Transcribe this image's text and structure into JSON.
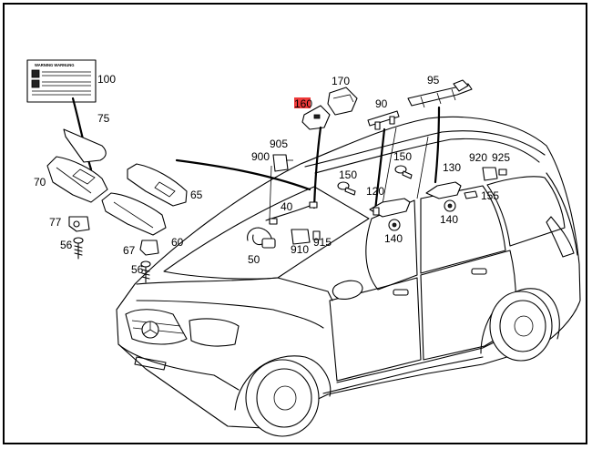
{
  "warning_label": {
    "text": "WARNING  WARNUNG"
  },
  "highlight_color": "#ef3a3a",
  "callouts": [
    {
      "id": "c100",
      "text": "100"
    },
    {
      "id": "c75",
      "text": "75"
    },
    {
      "id": "c70",
      "text": "70"
    },
    {
      "id": "c65",
      "text": "65"
    },
    {
      "id": "c77",
      "text": "77"
    },
    {
      "id": "c56a",
      "text": "56"
    },
    {
      "id": "c67",
      "text": "67"
    },
    {
      "id": "c60",
      "text": "60"
    },
    {
      "id": "c56b",
      "text": "56"
    },
    {
      "id": "c170",
      "text": "170"
    },
    {
      "id": "c160",
      "text": "160"
    },
    {
      "id": "c905",
      "text": "905"
    },
    {
      "id": "c900",
      "text": "900"
    },
    {
      "id": "c40",
      "text": "40"
    },
    {
      "id": "c50",
      "text": "50"
    },
    {
      "id": "c910",
      "text": "910"
    },
    {
      "id": "c915",
      "text": "915"
    },
    {
      "id": "c90",
      "text": "90"
    },
    {
      "id": "c150a",
      "text": "150"
    },
    {
      "id": "c120",
      "text": "120"
    },
    {
      "id": "c140a",
      "text": "140"
    },
    {
      "id": "c150b",
      "text": "150"
    },
    {
      "id": "c95",
      "text": "95"
    },
    {
      "id": "c130",
      "text": "130"
    },
    {
      "id": "c920",
      "text": "920"
    },
    {
      "id": "c925",
      "text": "925"
    },
    {
      "id": "c155",
      "text": "155"
    },
    {
      "id": "c140b",
      "text": "140"
    }
  ]
}
